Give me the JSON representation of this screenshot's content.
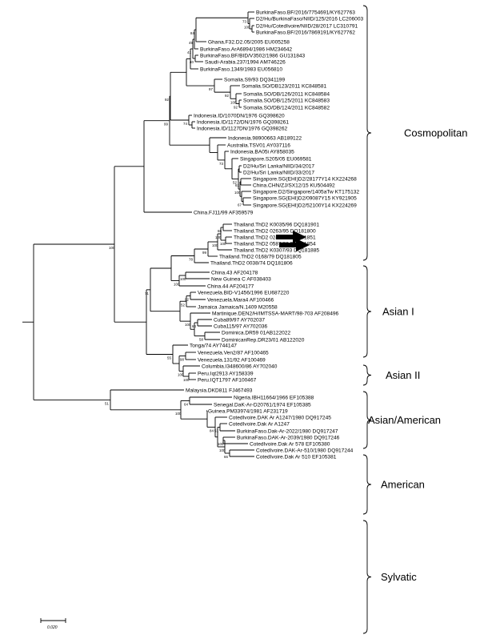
{
  "leaves": [
    "BurkinaFaso.BF/2016/7754691/KY627763",
    "D2/Hu/BurkinaFaso/NIID/125/2016 LC206003",
    "D2/Hu/CotedIvoire/NIID/28/2017 LC310791",
    "BurkinaFaso.BF/2016/7869191/KY627762",
    "Ghana.F32.D2.05/2005 EU005258",
    "BurkinaFaso.ArA6894/1986 HM234642",
    "BurkinaFaso.BF/BID/V3502/1986 GU131843",
    "Saudi-Arabia.237/1994 AM746226",
    "BurkinaFaso.1349/1983 EU056810",
    "Somalia.S9/93 DQ341199",
    "Somalia.SO/DB123/2011 KC848581",
    "Somalia.SO/DB/126/2011 KC848584",
    "Somalia.SO/DB/125/2011 KC848583",
    "Somalia.SO/DB/124/2011 KC848582",
    "Indonesia.ID/1070DN/1976 GQ398620",
    "Indonesia.ID/1172/DN/1976 GQ398261",
    "Indonesia.ID/1127DN/1976 GQ398262",
    "Indonesia.98900663 AB189122",
    "Australia.TSV01 AY037116",
    "Indonesia.BA05i AY858035",
    "Singapore.S205/05 EU069581",
    "D2/Hu/Sri Lanka/NIID/34/2017",
    "D2/Hu/Sri Lanka/NIID/33/2017",
    "Singapore.SG(EHI)D2/28177Y14 KX224268",
    "China.CHN/ZJ/SX12/15 KU504492",
    "Singapore.D2/Singapore/1405aTw KT175132",
    "Singapore.SG(EHI)D2/09087Y15 KY921905",
    "Singapore.SG(EHI)D2/52100Y14 KX224269",
    "China.FJ11/99 AF359579",
    "Thailand.ThD2 K0035/96 DQ181901",
    "Thailand.ThD2 0263/95 DQ181800",
    "Thailand.ThD2 0249/94 DQ181851",
    "Thailand.ThD2 0587/93 DQ181854",
    "Thailand.ThD2 K0307/93 DQ181885",
    "Thailand.ThD2 0168/79 DQ181805",
    "Thailand.ThD2 0038/74 DQ181806",
    "China.43 AF204178",
    "New Guinea C AF038403",
    "China.44 AF204177",
    "Venezuela.BID-V1456/1996 EU687220",
    "Venezuela.Mara4 AF100466",
    "Jamaica Jamaica/N.1409 M20558",
    "Martinique.DEN2/H/IMTSSA-MART/98-703 AF208496",
    "Cuba89/97 AY702037",
    "Cuba115/97 AY702036",
    "Dominica.DR59 01AB122022",
    "DominicanRep.DR23/01 AB122020",
    "Tonga/74 AY744147",
    "Venezuela.Ven2/87 AF100465",
    "Venezuela.131/92 AF100469",
    "Columbia.I348600/86 AY702040",
    "Peru.Iqt2913 AY158339",
    "Peru.IQT1797 AF100467",
    "Malaysia.DKD811 FJ467493",
    "Nigeria.IBH11664/1966 EF105388",
    "Senegal.DaK-Ar-D20761/1974 EF105385",
    "Guinea.PM33974/1981 AF231719",
    "CotedIvoire.DAK Ar A1247/1980 DQ917245",
    "CotedIvoire.Dak Ar A1247",
    "BurkinaFaso.Dak-Ar-2022/1980 DQ917247",
    "BurkinaFaso.DAK-Ar-2039/1980 DQ917246",
    "CotedIvoire.Dak Ar 578 EF105380",
    "CotedIvoire.DAK-Ar-510/1980 DQ917244",
    "CotedIvoire.Dak Ar 510 EF105381"
  ],
  "bootstrap_values": [
    "73",
    "100",
    "84",
    "49",
    "40",
    "41",
    "92",
    "100",
    "92",
    "97",
    "74",
    "92",
    "99",
    "73",
    "52",
    "61",
    "67",
    "100",
    "66",
    "100",
    "100",
    "100",
    "99",
    "78",
    "100",
    "100",
    "52",
    "92",
    "64",
    "58",
    "100",
    "71",
    "100",
    "98",
    "100",
    "100",
    "55",
    "100",
    "66",
    "100",
    "51",
    "84",
    "64",
    "100",
    "51"
  ],
  "clades": [
    "Cosmopolitan",
    "Asian I",
    "Asian II",
    "Asian/American",
    "American",
    "Sylvatic"
  ],
  "scale_label": "0.020",
  "arrow_color": "#000000"
}
